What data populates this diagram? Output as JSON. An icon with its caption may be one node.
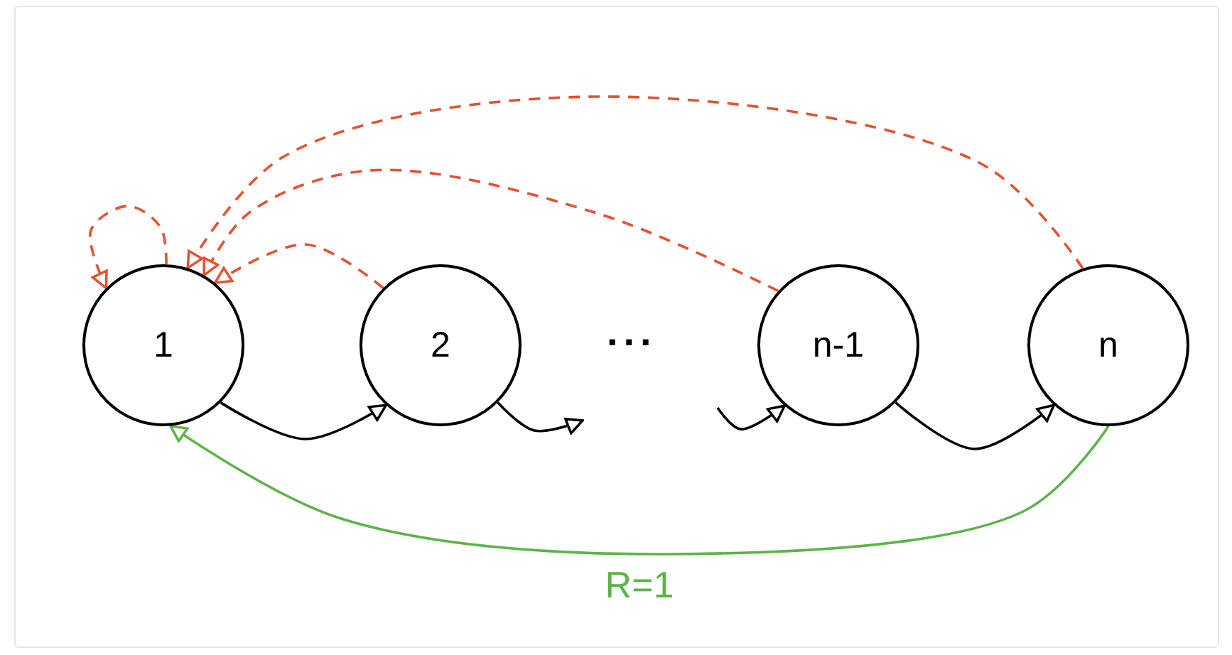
{
  "diagram": {
    "nodes": [
      {
        "text": [
          "1"
        ]
      },
      {
        "text": [
          "2"
        ]
      },
      {
        "text": [
          "n-1"
        ]
      },
      {
        "text": [
          "n"
        ]
      }
    ],
    "edges": [
      {
        "from": 0,
        "to": 1,
        "arrow": "to"
      },
      {
        "from": 1,
        "to": null,
        "arrow": "to"
      },
      {
        "from": null,
        "to": 2,
        "arrow": "to"
      },
      {
        "from": 2,
        "to": 3,
        "arrow": "to"
      },
      {
        "from": 3,
        "to": 0,
        "arrow": "to",
        "label": "R=1",
        "color": "#5cb447"
      },
      {
        "from": 0,
        "to": 0,
        "arrow": "to",
        "style": "dashed",
        "color": "#e8502f"
      },
      {
        "from": 1,
        "to": 0,
        "arrow": "to",
        "style": "dashed",
        "color": "#e8502f"
      },
      {
        "from": 2,
        "to": 0,
        "arrow": "to",
        "style": "dashed",
        "color": "#e8502f"
      },
      {
        "from": 3,
        "to": 0,
        "arrow": "to",
        "style": "dashed",
        "color": "#e8502f"
      }
    ],
    "labels": [
      "..."
    ]
  }
}
